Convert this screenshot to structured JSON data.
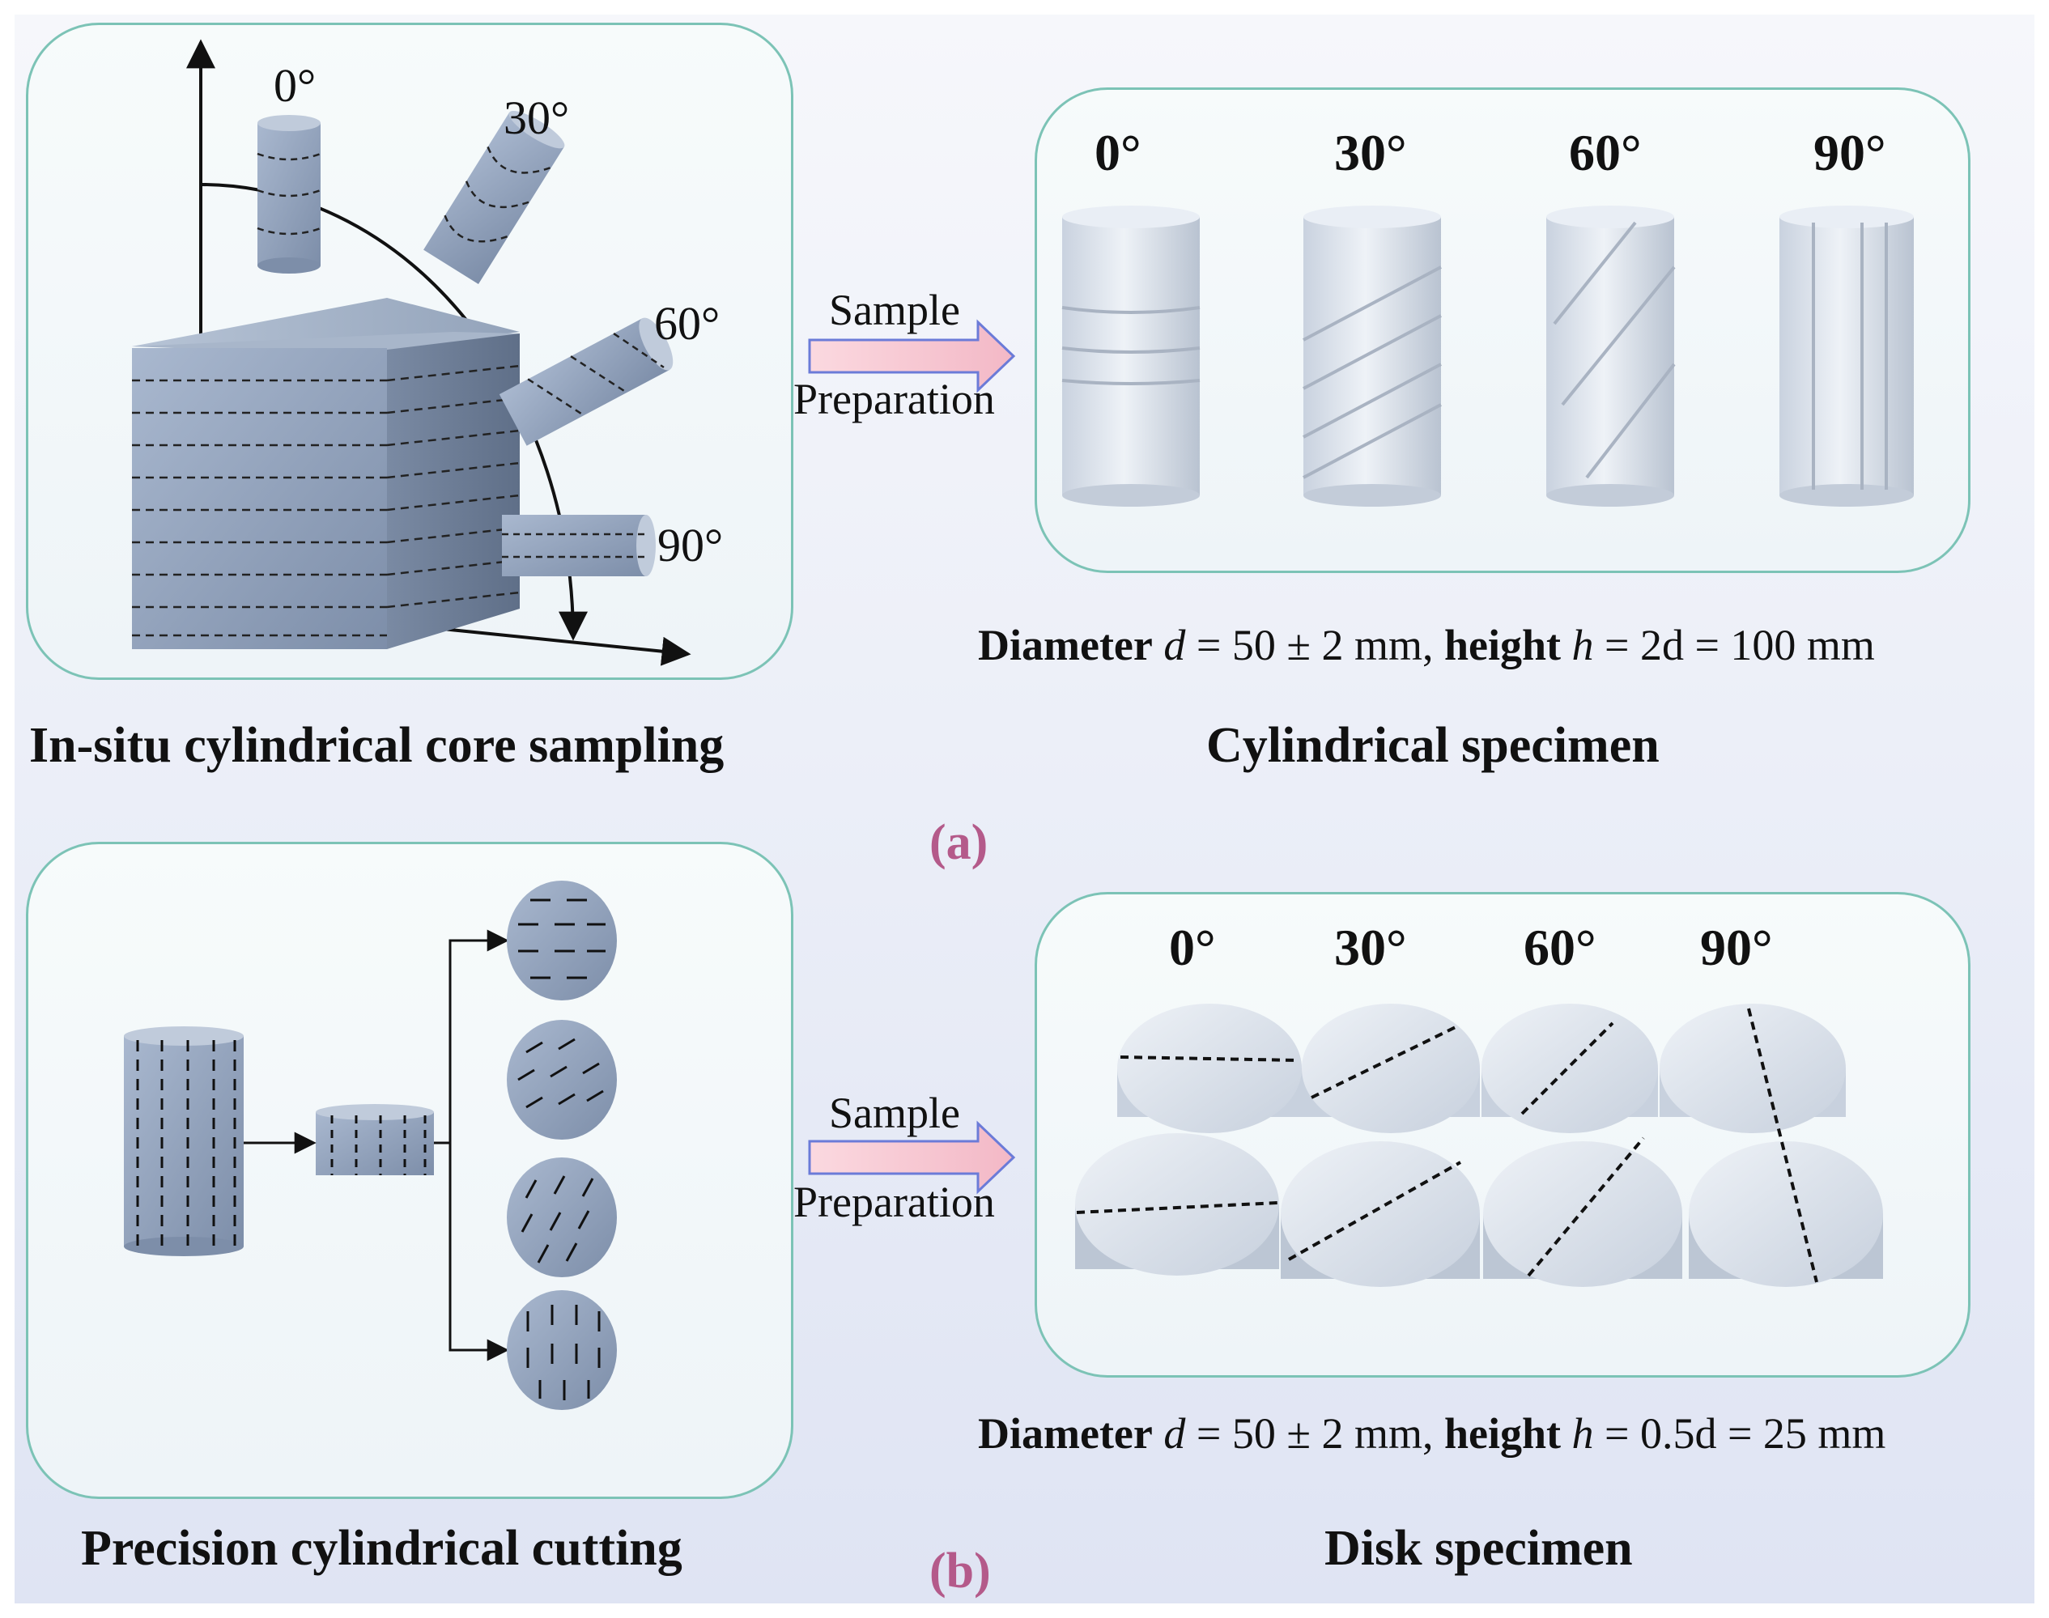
{
  "panel_a": {
    "tag": "(a)",
    "left_box": {
      "caption": "In-situ cylindrical core sampling",
      "angles": [
        "0°",
        "30°",
        "60°",
        "90°"
      ]
    },
    "arrow": {
      "line1": "Sample",
      "line2": "Preparation"
    },
    "right_box": {
      "caption": "Cylindrical specimen",
      "angles": [
        "0°",
        "30°",
        "60°",
        "90°"
      ],
      "dims": {
        "w1": "Diameter",
        "v1": "d",
        "t1": " = 50 ± 2 mm, ",
        "w2": "height",
        "v2": "h",
        "t2": " = 2d = 100 mm"
      }
    }
  },
  "panel_b": {
    "tag": "(b)",
    "left_box": {
      "caption": "Precision cylindrical cutting"
    },
    "arrow": {
      "line1": "Sample",
      "line2": "Preparation"
    },
    "right_box": {
      "caption": "Disk specimen",
      "angles": [
        "0°",
        "30°",
        "60°",
        "90°"
      ],
      "dims": {
        "w1": "Diameter",
        "v1": "d",
        "t1": " = 50 ± 2 mm, ",
        "w2": "height",
        "v2": "h",
        "t2": " = 0.5d = 25 mm"
      }
    }
  },
  "colors": {
    "box_border": "#7cc3b6",
    "rock": "#9fb0c8",
    "rock_dark": "#6f809c",
    "specimen": "#dfe6ef",
    "arrow_fill": "#f7c9d3",
    "arrow_stroke": "#6b7bd8",
    "sub_label": "#b45a8a"
  }
}
